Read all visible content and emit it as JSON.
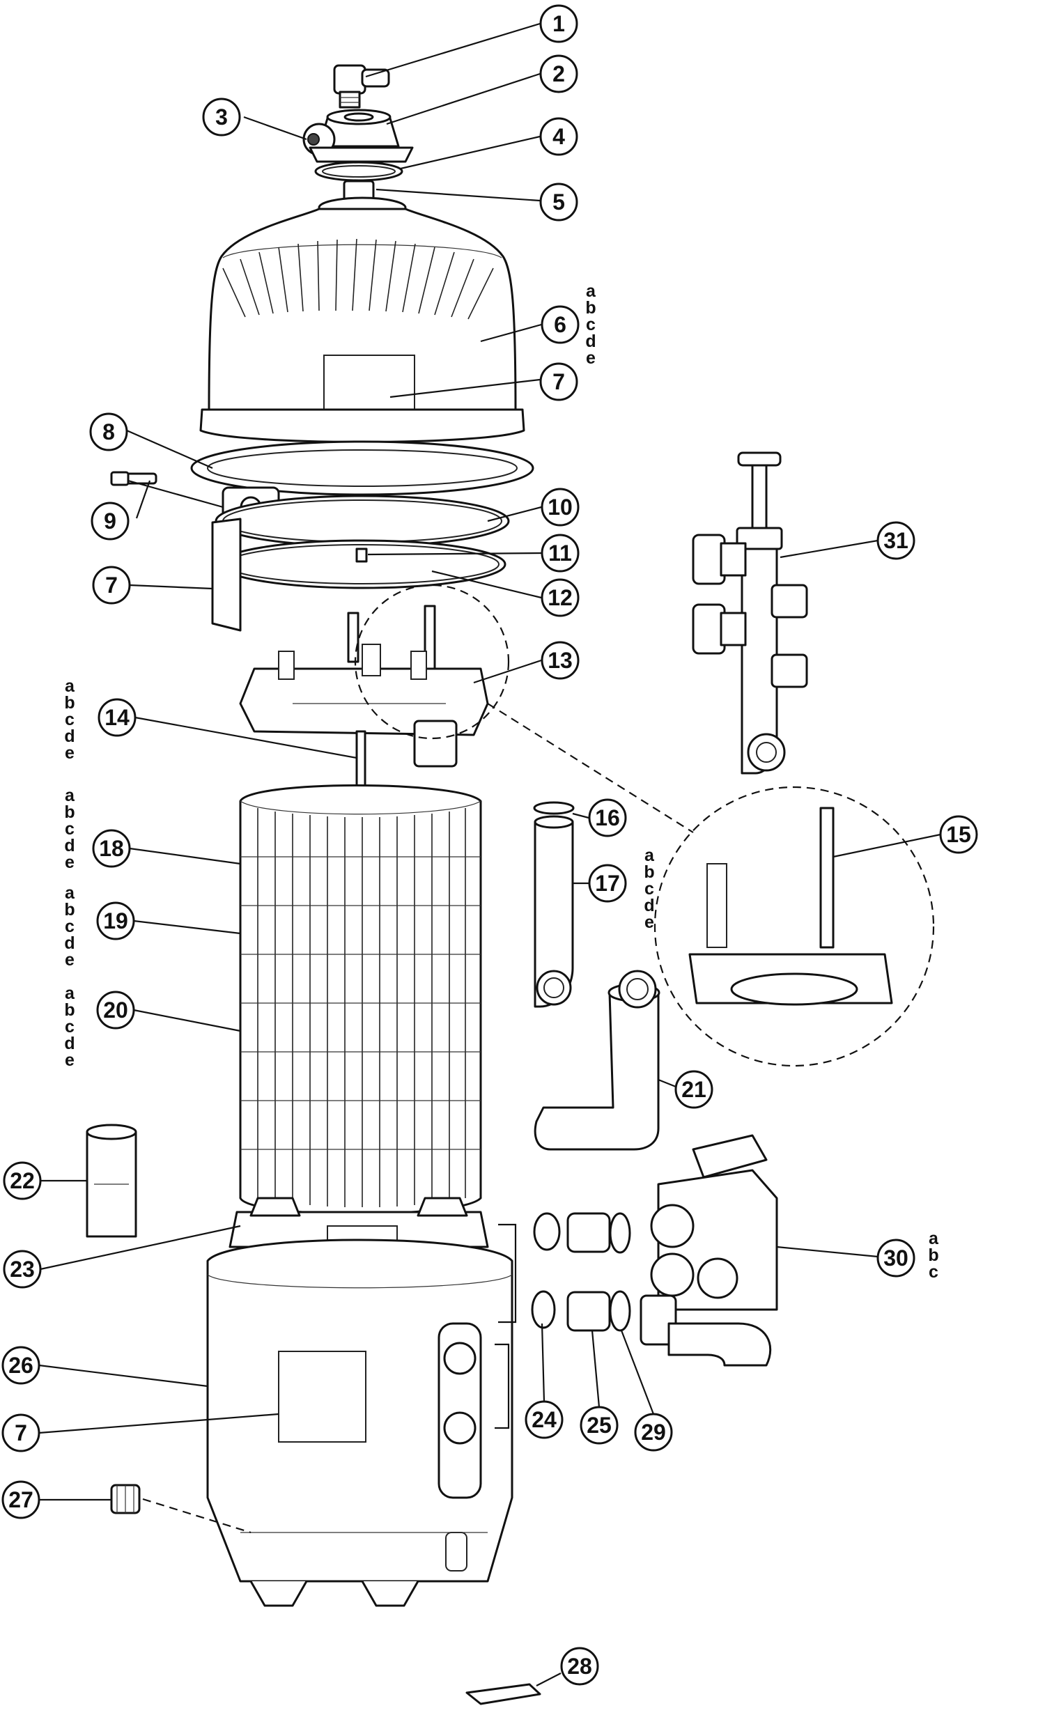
{
  "callouts": [
    {
      "number": "1"
    },
    {
      "number": "2"
    },
    {
      "number": "3"
    },
    {
      "number": "4"
    },
    {
      "number": "5"
    },
    {
      "number": "6",
      "variants": [
        "a",
        "b",
        "c",
        "d",
        "e"
      ]
    },
    {
      "number": "7"
    },
    {
      "number": "8"
    },
    {
      "number": "9"
    },
    {
      "number": "10"
    },
    {
      "number": "11"
    },
    {
      "number": "12"
    },
    {
      "number": "7"
    },
    {
      "number": "13"
    },
    {
      "number": "14",
      "variants": [
        "a",
        "b",
        "c",
        "d",
        "e"
      ]
    },
    {
      "number": "18",
      "variants": [
        "a",
        "b",
        "c",
        "d",
        "e"
      ]
    },
    {
      "number": "19",
      "variants": [
        "a",
        "b",
        "c",
        "d",
        "e"
      ]
    },
    {
      "number": "20",
      "variants": [
        "a",
        "b",
        "c",
        "d",
        "e"
      ]
    },
    {
      "number": "16"
    },
    {
      "number": "17",
      "variants": [
        "a",
        "b",
        "c",
        "d",
        "e"
      ]
    },
    {
      "number": "15"
    },
    {
      "number": "31"
    },
    {
      "number": "21"
    },
    {
      "number": "22"
    },
    {
      "number": "23"
    },
    {
      "number": "30",
      "variants": [
        "a",
        "b",
        "c"
      ]
    },
    {
      "number": "26"
    },
    {
      "number": "7"
    },
    {
      "number": "24"
    },
    {
      "number": "25"
    },
    {
      "number": "29"
    },
    {
      "number": "27"
    },
    {
      "number": "28"
    }
  ]
}
